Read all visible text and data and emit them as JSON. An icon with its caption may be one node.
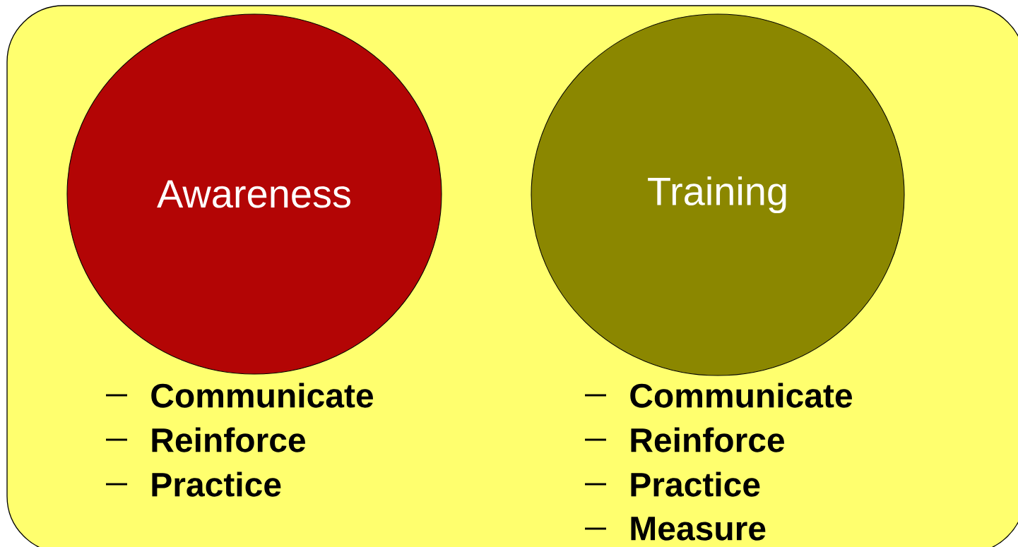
{
  "diagram": {
    "nodes": [
      {
        "text": [],
        "shape": "box"
      },
      {
        "text": [
          "Awareness"
        ],
        "in": 0,
        "beside": [
          "Communicate",
          "Reinforce",
          "Practice"
        ]
      },
      {
        "text": [
          "Training"
        ],
        "in": 0,
        "beside": [
          "Communicate",
          "Reinforce",
          "Practice",
          "Measure"
        ]
      }
    ]
  }
}
